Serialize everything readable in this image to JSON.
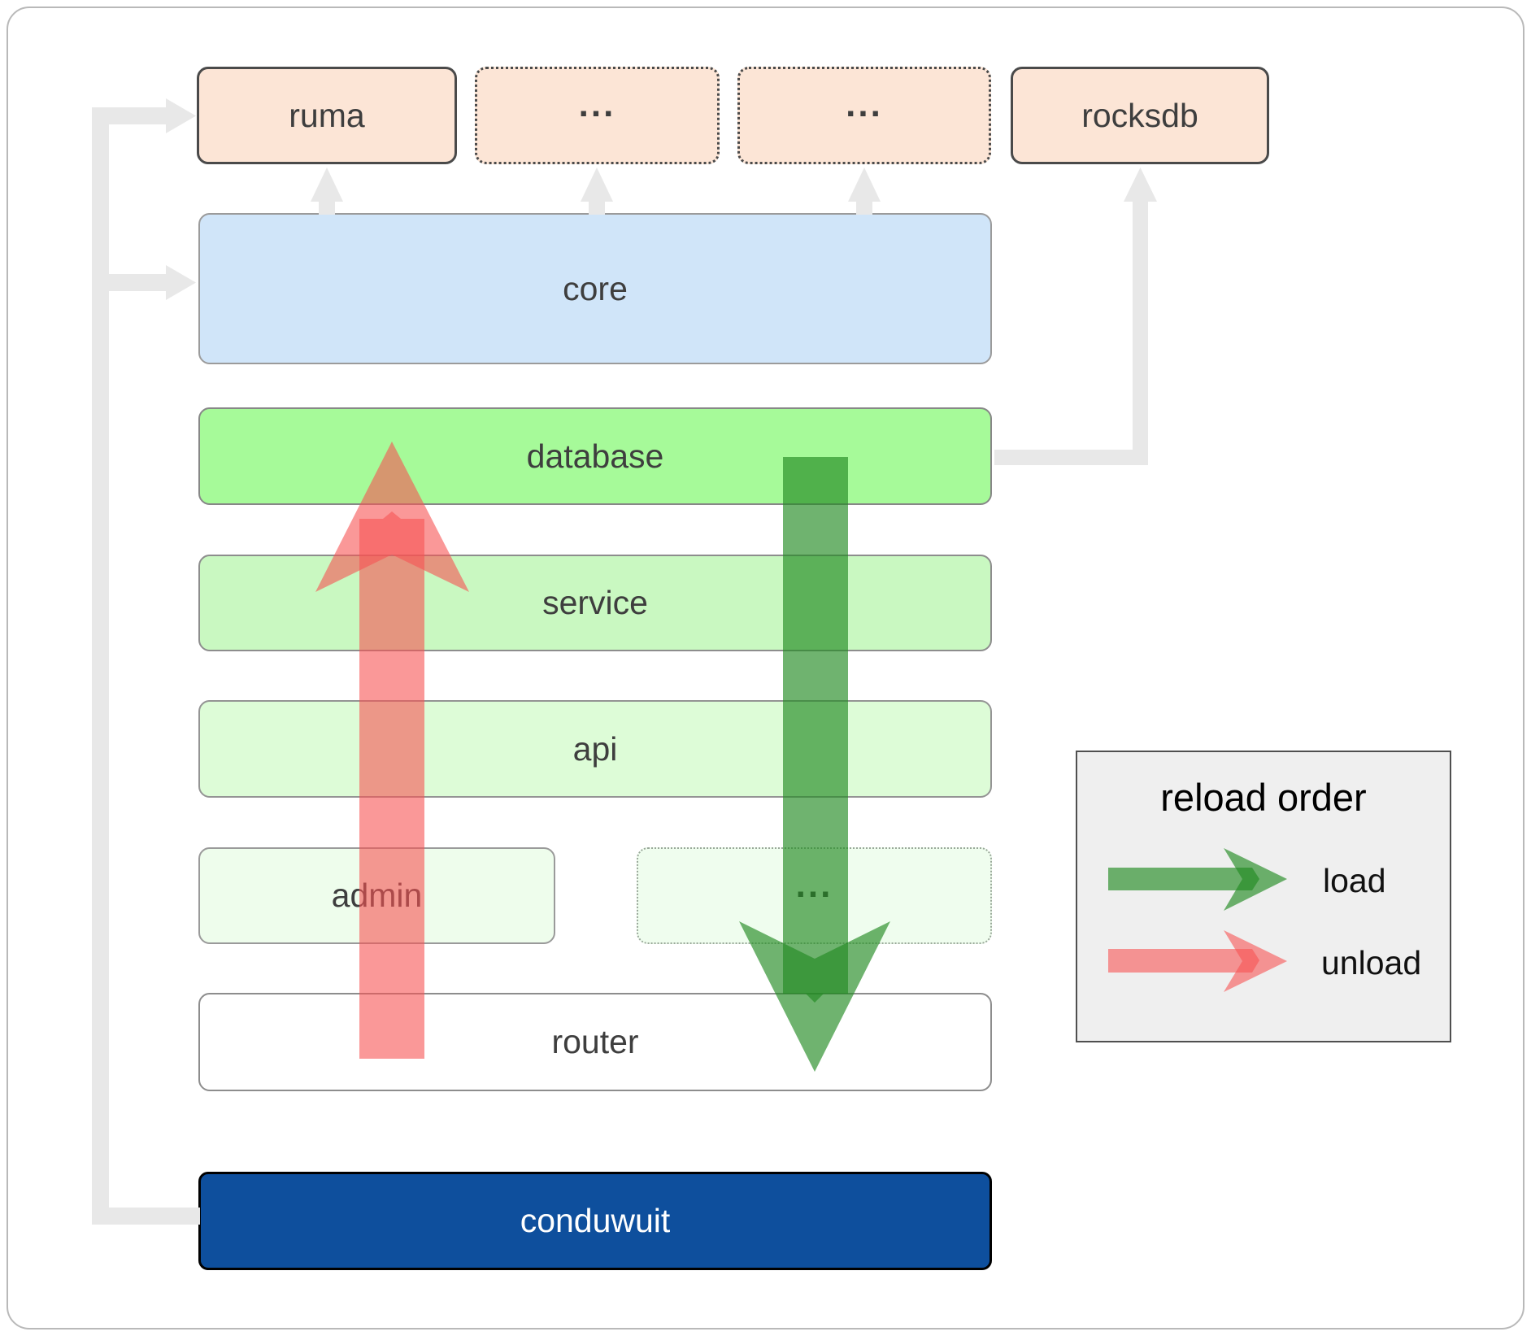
{
  "boxes": {
    "ruma": "ruma",
    "dots_top_1": "...",
    "dots_top_2": "...",
    "rocksdb": "rocksdb",
    "core": "core",
    "database": "database",
    "service": "service",
    "api": "api",
    "admin": "admin",
    "dots_admin_row": "...",
    "router": "router",
    "conduwuit": "conduwuit"
  },
  "legend": {
    "title": "reload order",
    "load_label": "load",
    "unload_label": "unload"
  },
  "colors": {
    "load_green": "#228b22",
    "unload_red": "#f75454",
    "connector_gray": "#e8e8e8",
    "database_green": "#a6fa99",
    "core_blue": "#d0e5f9",
    "peach": "#fce5d6",
    "conduwuit_blue": "#0e4f9d",
    "legend_bg": "#efefef"
  }
}
